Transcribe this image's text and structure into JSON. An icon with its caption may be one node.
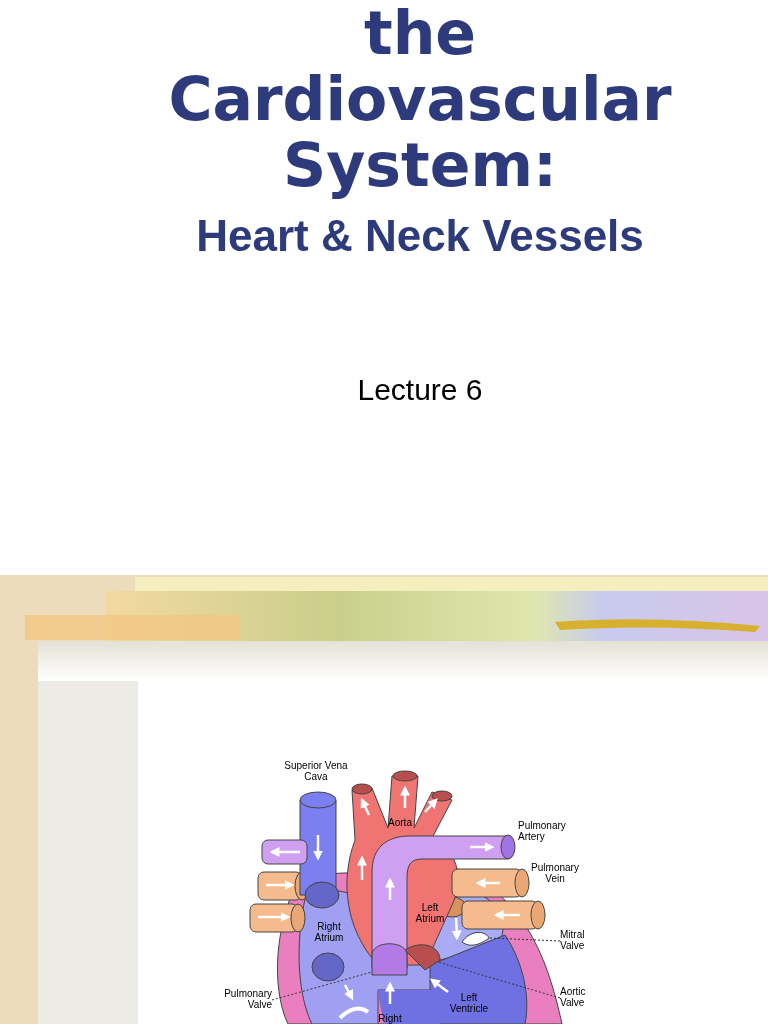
{
  "diagram": {
    "title": "the Cardiovascular System:",
    "nodes": [
      {
        "text": [
          "Mitral Valve"
        ]
      },
      {
        "text": [
          "Aortic Valve"
        ]
      },
      {
        "text": [
          "Pulmonary Valve"
        ]
      },
      {
        "text": [],
        "shape": "valve"
      },
      {
        "text": [],
        "shape": "valve"
      },
      {
        "text": [],
        "shape": "valve"
      }
    ],
    "edges": [
      {
        "from": 0,
        "to": 3,
        "arrow": "none",
        "style": "dashed"
      },
      {
        "from": 1,
        "to": 4,
        "arrow": "none",
        "style": "dashed"
      },
      {
        "from": 2,
        "to": 5,
        "arrow": "none",
        "style": "dashed"
      }
    ],
    "labels": [
      "Heart & Neck Vessels",
      "Lecture 6",
      "Superior Vena Cava",
      "Aorta",
      "Pulmonary Artery",
      "Pulmonary Vein",
      "Left Atrium",
      "Right Atrium",
      "Left Ventricle",
      "Right"
    ]
  }
}
